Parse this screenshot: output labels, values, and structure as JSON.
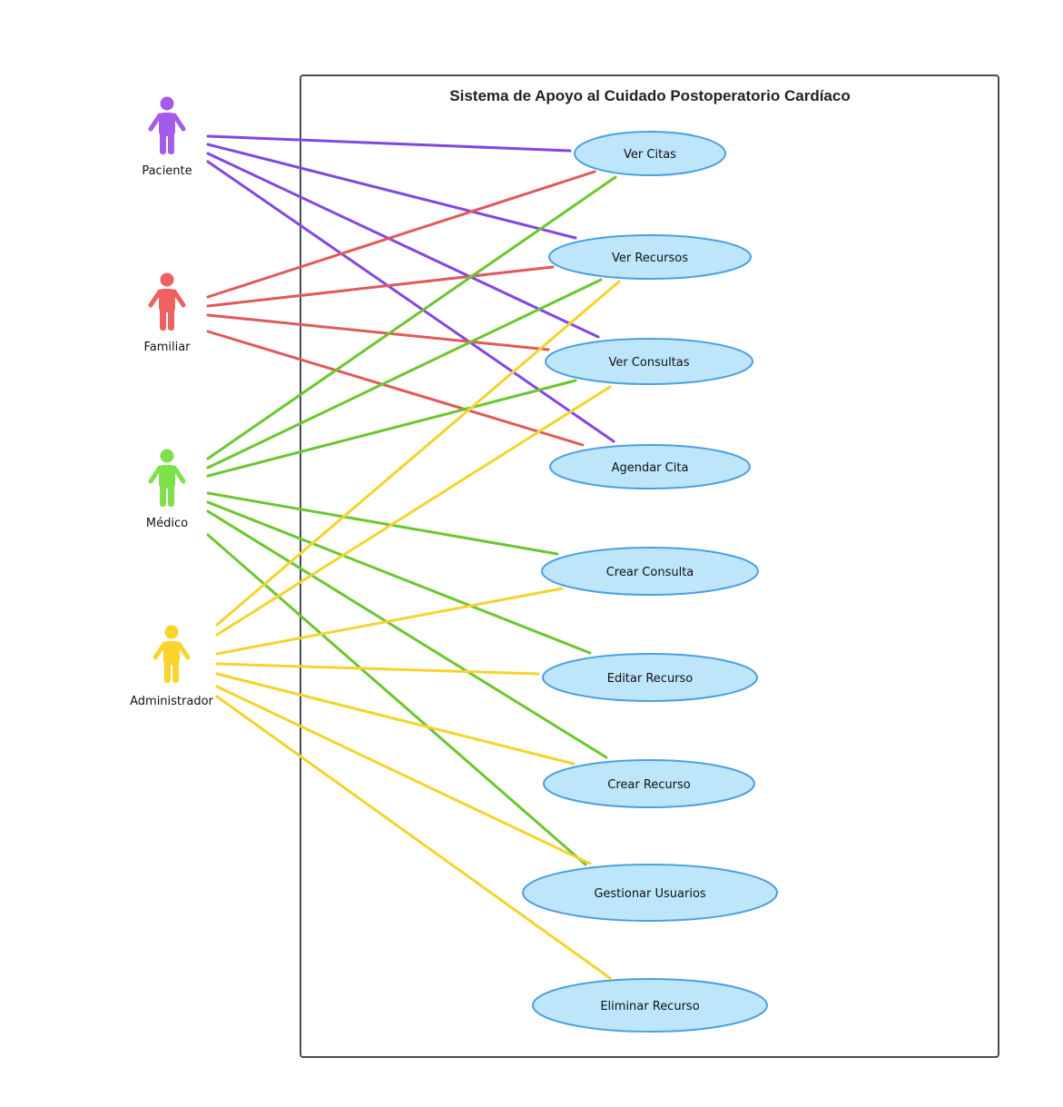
{
  "system": {
    "title": "Sistema de Apoyo al Cuidado Postoperatorio Cardíaco"
  },
  "colors": {
    "paciente": "#8446e0",
    "familiar": "#e05a5a",
    "medico": "#6cc62f",
    "administrador": "#f5d32c",
    "usecase_fill": "#bde6fb",
    "usecase_stroke": "#4d9fe0",
    "boundary": "#444c55"
  },
  "actors": [
    {
      "id": "paciente",
      "label": "Paciente",
      "color": "#a45be8",
      "icon": "person-icon"
    },
    {
      "id": "familiar",
      "label": "Familiar",
      "color": "#ef6060",
      "icon": "person-icon"
    },
    {
      "id": "medico",
      "label": "Médico",
      "color": "#7ee04a",
      "icon": "person-icon"
    },
    {
      "id": "administrador",
      "label": "Administrador",
      "color": "#f8d42c",
      "icon": "person-icon"
    }
  ],
  "use_cases": [
    {
      "id": "ver_citas",
      "label": "Ver Citas"
    },
    {
      "id": "ver_recursos",
      "label": "Ver Recursos"
    },
    {
      "id": "ver_consultas",
      "label": "Ver Consultas"
    },
    {
      "id": "agendar_cita",
      "label": "Agendar Cita"
    },
    {
      "id": "crear_consulta",
      "label": "Crear Consulta"
    },
    {
      "id": "editar_recurso",
      "label": "Editar Recurso"
    },
    {
      "id": "crear_recurso",
      "label": "Crear Recurso"
    },
    {
      "id": "gestionar_usuarios",
      "label": "Gestionar Usuarios"
    },
    {
      "id": "eliminar_recurso",
      "label": "Eliminar Recurso"
    }
  ],
  "associations": [
    {
      "actor": "paciente",
      "use_case": "ver_citas"
    },
    {
      "actor": "paciente",
      "use_case": "ver_recursos"
    },
    {
      "actor": "paciente",
      "use_case": "ver_consultas"
    },
    {
      "actor": "paciente",
      "use_case": "agendar_cita"
    },
    {
      "actor": "familiar",
      "use_case": "ver_citas"
    },
    {
      "actor": "familiar",
      "use_case": "ver_recursos"
    },
    {
      "actor": "familiar",
      "use_case": "ver_consultas"
    },
    {
      "actor": "familiar",
      "use_case": "agendar_cita"
    },
    {
      "actor": "medico",
      "use_case": "ver_citas"
    },
    {
      "actor": "medico",
      "use_case": "ver_recursos"
    },
    {
      "actor": "medico",
      "use_case": "ver_consultas"
    },
    {
      "actor": "medico",
      "use_case": "crear_consulta"
    },
    {
      "actor": "medico",
      "use_case": "editar_recurso"
    },
    {
      "actor": "medico",
      "use_case": "crear_recurso"
    },
    {
      "actor": "medico",
      "use_case": "gestionar_usuarios"
    },
    {
      "actor": "administrador",
      "use_case": "ver_recursos"
    },
    {
      "actor": "administrador",
      "use_case": "ver_consultas"
    },
    {
      "actor": "administrador",
      "use_case": "crear_consulta"
    },
    {
      "actor": "administrador",
      "use_case": "editar_recurso"
    },
    {
      "actor": "administrador",
      "use_case": "crear_recurso"
    },
    {
      "actor": "administrador",
      "use_case": "gestionar_usuarios"
    },
    {
      "actor": "administrador",
      "use_case": "eliminar_recurso"
    }
  ]
}
